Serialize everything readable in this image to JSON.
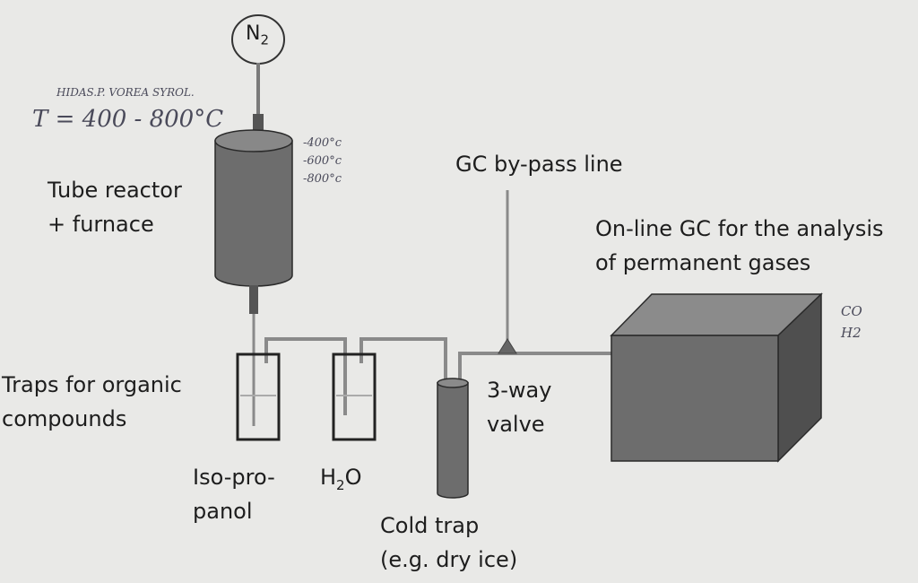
{
  "labels": {
    "n2": "N",
    "n2_sub": "2",
    "tube_reactor": [
      "Tube reactor",
      "+ furnace"
    ],
    "gc_bypass": "GC by-pass line",
    "online_gc": [
      "On-line GC for the analysis",
      "of permanent gases"
    ],
    "traps": [
      "Traps for organic",
      "compounds"
    ],
    "three_way_valve": [
      "3-way",
      "valve"
    ],
    "isopropanol": [
      "Iso-pro-",
      "panol"
    ],
    "water": "H",
    "water_sub": "2",
    "water_tail": "O",
    "cold_trap": [
      "Cold trap",
      "(e.g. dry ice)"
    ]
  },
  "handwritten": {
    "top_note": "HIDAS.P.   VOREA SYROL.",
    "temperature": "T = 400 - 800°C",
    "temps": [
      "-400°c",
      "-600°c",
      "-800°c"
    ],
    "gases": [
      "CO",
      "H2"
    ]
  },
  "colors": {
    "background": "#e9e9e7",
    "equipment": "#6d6d6d",
    "equipment_dark": "#4f4f4f",
    "equipment_light": "#8b8b8b",
    "line": "#7a7a7a",
    "outline": "#222222"
  }
}
